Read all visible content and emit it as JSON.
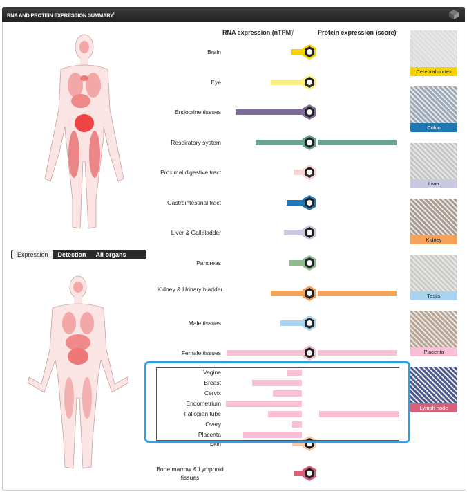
{
  "header": {
    "title": "RNA AND PROTEIN EXPRESSION SUMMARY",
    "info_mark": "i"
  },
  "toggle": {
    "items": [
      "Expression",
      "Detection",
      "All organs"
    ],
    "active": "Expression"
  },
  "columns": {
    "rna": "RNA expression (nTPM)",
    "protein": "Protein expression (score)",
    "mark": "i"
  },
  "tissues": [
    {
      "label": "Brain",
      "color": "#f7d400",
      "rna": 0.09,
      "protein": 0,
      "icon": "brain-icon"
    },
    {
      "label": "Eye",
      "color": "#faf080",
      "rna": 0.24,
      "protein": 0,
      "icon": "eye-icon"
    },
    {
      "label": "Endocrine tissues",
      "color": "#7e6b99",
      "rna": 0.51,
      "protein": 0,
      "icon": "endocrine-icon"
    },
    {
      "label": "Respiratory system",
      "color": "#6aa38d",
      "rna": 0.36,
      "protein": 0.97,
      "icon": "lungs-icon"
    },
    {
      "label": "Proximal digestive tract",
      "color": "#f8d4d4",
      "rna": 0.07,
      "protein": 0,
      "icon": "mouth-icon"
    },
    {
      "label": "Gastrointestinal tract",
      "color": "#1f77b4",
      "rna": 0.12,
      "protein": 0,
      "icon": "stomach-icon"
    },
    {
      "label": "Liver & Gallbladder",
      "color": "#c9c9e0",
      "rna": 0.14,
      "protein": 0,
      "icon": "liver-icon"
    },
    {
      "label": "Pancreas",
      "color": "#8fbc8f",
      "rna": 0.1,
      "protein": 0,
      "icon": "pancreas-icon"
    },
    {
      "label": "Kidney & Urinary bladder",
      "color": "#f6a25a",
      "rna": 0.24,
      "protein": 0.97,
      "icon": "kidney-icon"
    },
    {
      "label": "Male tissues",
      "color": "#a8d4ef",
      "rna": 0.17,
      "protein": 0,
      "icon": "male-icon"
    },
    {
      "label": "Female tissues",
      "color": "#f7c0d4",
      "rna": 0.58,
      "protein": 0.97,
      "icon": "female-icon"
    },
    {
      "label": "Skin",
      "color": "#f5c6a7",
      "rna": 0.08,
      "protein": 0,
      "icon": "skin-icon"
    },
    {
      "label": "Bone marrow & Lymphoid tissues",
      "color": "#d9607a",
      "rna": 0.07,
      "protein": 0,
      "icon": "lymph-icon"
    }
  ],
  "sub_tissues": [
    {
      "label": "Vagina",
      "rna": 0.11,
      "protein": 0
    },
    {
      "label": "Breast",
      "rna": 0.38,
      "protein": 0
    },
    {
      "label": "Cervix",
      "rna": 0.22,
      "protein": 0
    },
    {
      "label": "Endometrium",
      "rna": 0.58,
      "protein": 0
    },
    {
      "label": "Fallopian tube",
      "rna": 0.26,
      "protein": 0.98
    },
    {
      "label": "Ovary",
      "rna": 0.08,
      "protein": 0
    },
    {
      "label": "Placenta",
      "rna": 0.45,
      "protein": 0
    }
  ],
  "thumbnails": [
    {
      "label": "Cerebral cortex",
      "color": "#f7d400",
      "bg": "#ddd"
    },
    {
      "label": "Colon",
      "color": "#1f77b4",
      "bg": "#9aa8b8"
    },
    {
      "label": "Liver",
      "color": "#c9c9e0",
      "bg": "#c6c6c6"
    },
    {
      "label": "Kidney",
      "color": "#f6a25a",
      "bg": "#a89a90"
    },
    {
      "label": "Testis",
      "color": "#a8d4ef",
      "bg": "#cbcbc8"
    },
    {
      "label": "Placenta",
      "color": "#f7c0d4",
      "bg": "#b9a492"
    },
    {
      "label": "Lymph node",
      "color": "#d9607a",
      "bg": "#4b5a8a"
    }
  ]
}
